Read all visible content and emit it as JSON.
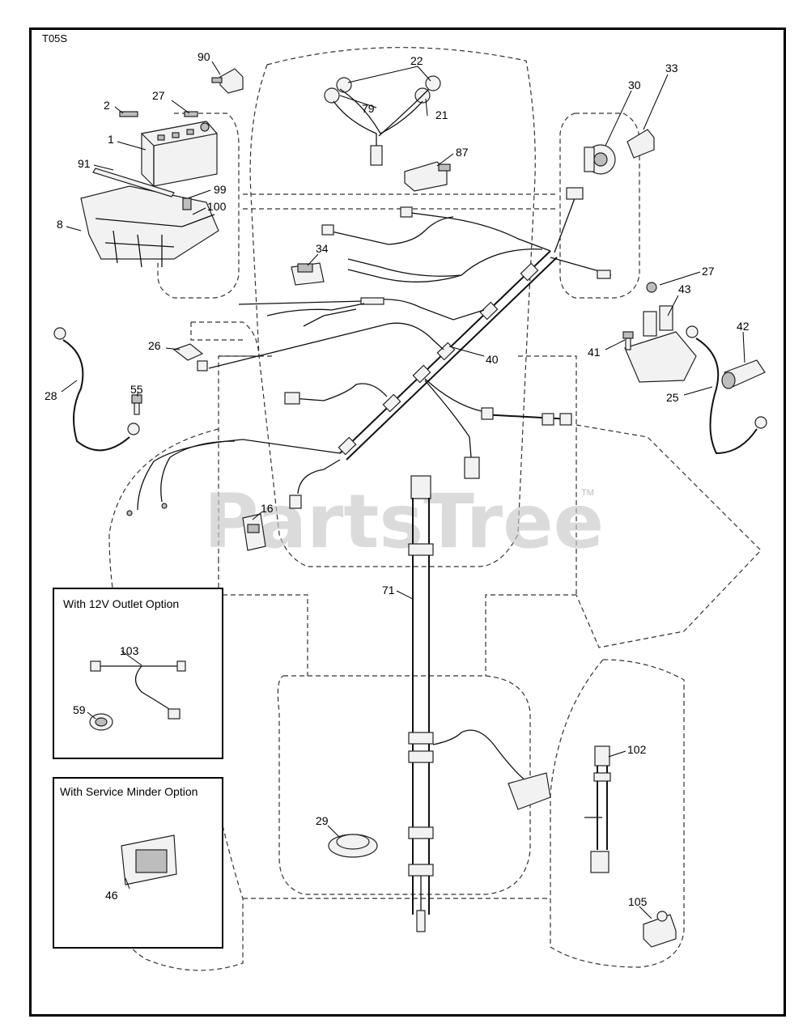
{
  "sheet_code": "T05S",
  "watermark": "PartsTree",
  "watermark_tm": "TM",
  "insets": [
    {
      "title": "With 12V Outlet Option",
      "callouts": [
        "103",
        "59"
      ]
    },
    {
      "title": "With Service Minder Option",
      "callouts": [
        "46"
      ]
    }
  ],
  "callouts": {
    "c1": "1",
    "c2": "2",
    "c8": "8",
    "c16": "16",
    "c21": "21",
    "c22": "22",
    "c25": "25",
    "c26": "26",
    "c27a": "27",
    "c27b": "27",
    "c28": "28",
    "c29": "29",
    "c30": "30",
    "c33": "33",
    "c34": "34",
    "c40": "40",
    "c41": "41",
    "c42": "42",
    "c43": "43",
    "c55": "55",
    "c71": "71",
    "c79": "79",
    "c87": "87",
    "c90": "90",
    "c91": "91",
    "c99": "99",
    "c100": "100",
    "c102": "102",
    "c105": "105"
  },
  "colors": {
    "line": "#111111",
    "watermark": "#c8c8c8",
    "background": "#ffffff"
  }
}
